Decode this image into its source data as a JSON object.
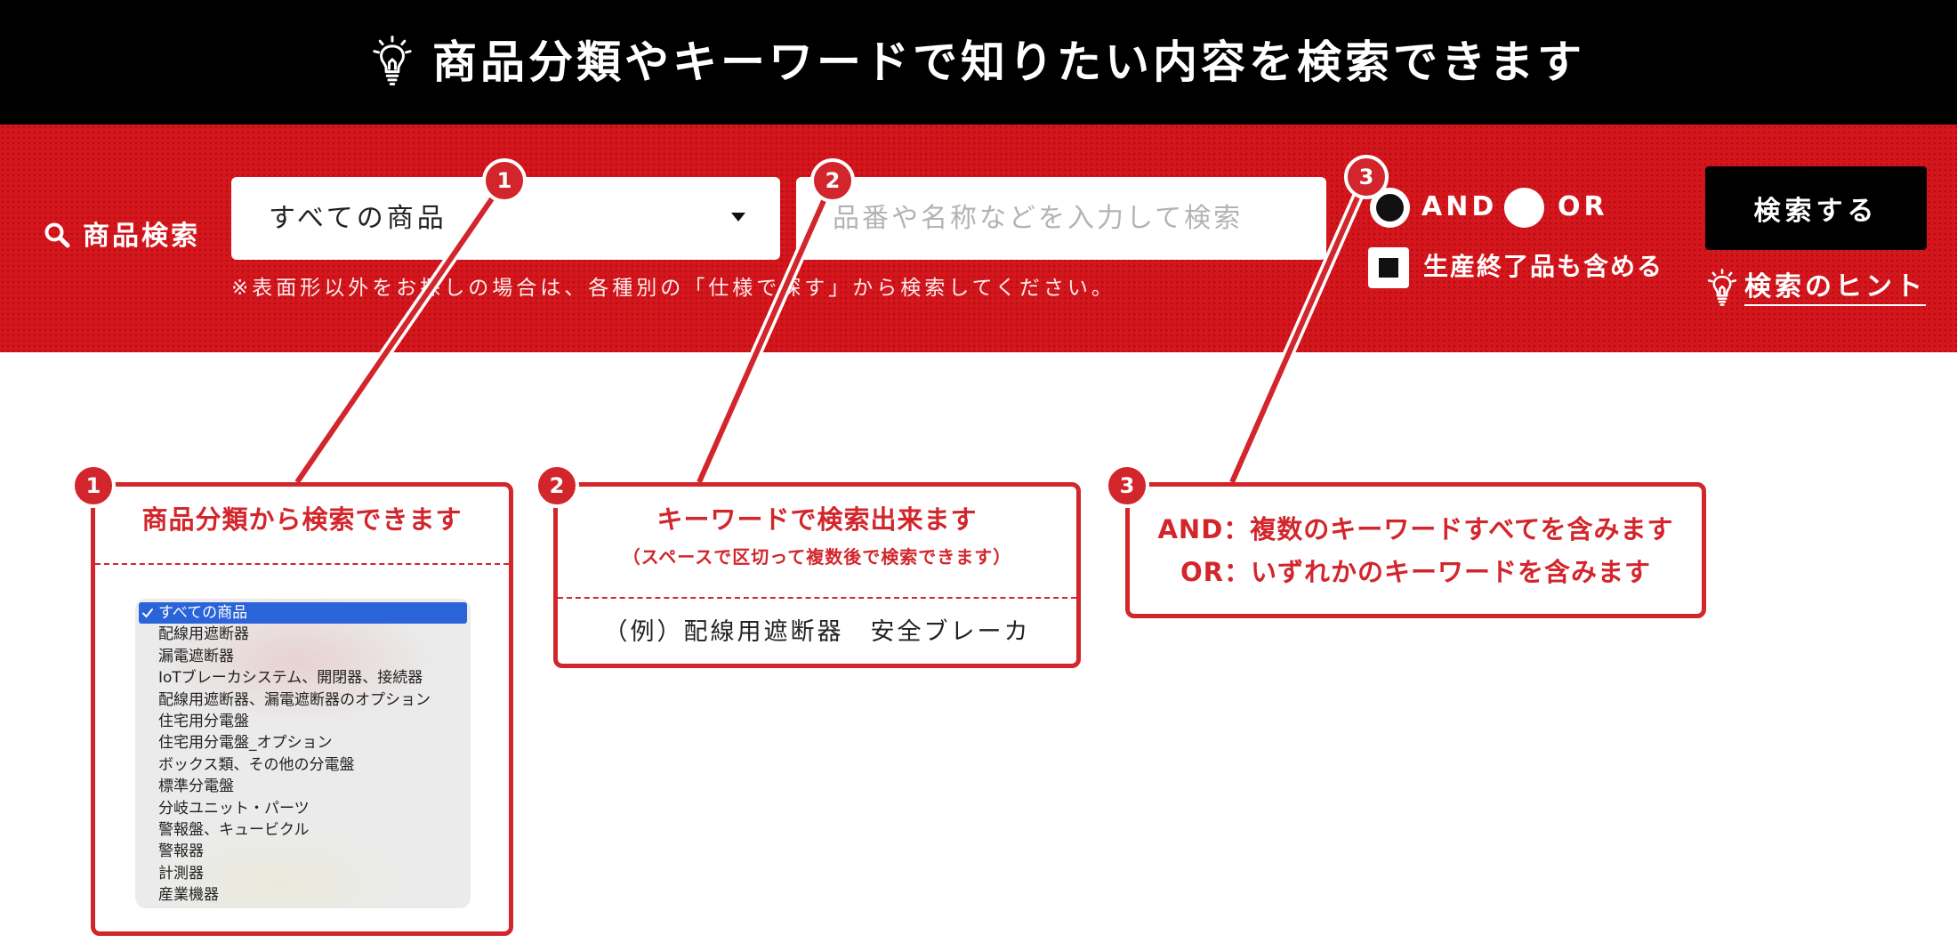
{
  "colors": {
    "header_bg": "#000000",
    "band_red": "#d5161d",
    "callout_red": "#d2262c",
    "selected_blue": "#2b63d9"
  },
  "header": {
    "icon": "lightbulb-icon",
    "title": "商品分類やキーワードで知りたい内容を検索できます"
  },
  "search": {
    "icon": "search-icon",
    "label": "商品検索",
    "category_select": {
      "value": "すべての商品"
    },
    "note": "※表面形以外をお探しの場合は、各種別の「仕様で探す」から検索してください。",
    "keyword_input": {
      "value": "",
      "placeholder": "品番や名称などを入力して検索"
    },
    "match_mode": {
      "options": [
        "AND",
        "OR"
      ],
      "selected": "AND"
    },
    "include_discontinued": {
      "label": "生産終了品も含める",
      "checked": true
    },
    "submit_label": "検索する",
    "hint_label": "検索のヒント"
  },
  "callouts": [
    {
      "number": "1",
      "title": "商品分類から検索できます",
      "dropdown_selected": "すべての商品",
      "dropdown_options": [
        "すべての商品",
        "配線用遮断器",
        "漏電遮断器",
        "IoTブレーカシステム、開閉器、接続器",
        "配線用遮断器、漏電遮断器のオプション",
        "住宅用分電盤",
        "住宅用分電盤_オプション",
        "ボックス類、その他の分電盤",
        "標準分電盤",
        "分岐ユニット・パーツ",
        "警報盤、キュービクル",
        "警報器",
        "計測器",
        "産業機器"
      ]
    },
    {
      "number": "2",
      "title": "キーワードで検索出来ます",
      "subtitle": "（スペースで区切って複数後で検索できます）",
      "example": "（例）配線用遮断器　安全ブレーカ"
    },
    {
      "number": "3",
      "lines": [
        "AND：複数のキーワードすべてを含みます",
        "OR：いずれかのキーワードを含みます"
      ]
    }
  ]
}
